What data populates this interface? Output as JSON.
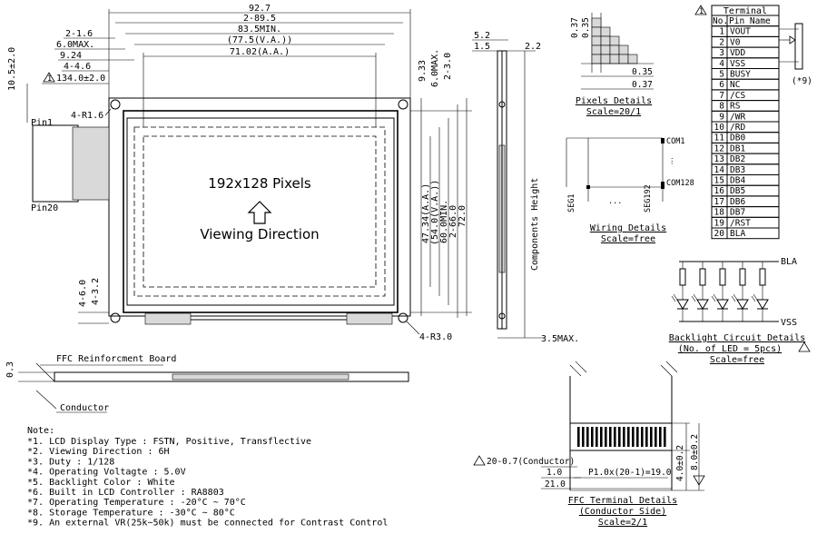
{
  "front_view": {
    "dim_overall_width": "92.7",
    "dim_hole_pitch": "2-89.5",
    "dim_window_min": "83.5MIN.",
    "dim_viewing_area": "(77.5(V.A.))",
    "dim_active_area": "71.02(A.A.)",
    "dim_left_1": "2-1.6",
    "dim_left_2": "6.0MAX.",
    "dim_left_3": "9.24",
    "dim_left_4": "4-4.6",
    "dim_left_5": "134.0±2.0",
    "dim_left_vertical": "10.5±2.0",
    "corner_radius_label": "4-R1.6",
    "pin1_label": "Pin1",
    "pin20_label": "Pin20",
    "resolution_label": "192x128 Pixels",
    "viewing_direction_label": "Viewing Direction",
    "dim_right_1": "9.33",
    "dim_right_2": "6.0MAX.",
    "dim_right_3": "2-3.0",
    "dim_right_aa": "47.34(A.A.)",
    "dim_right_va": "(54.0(V.A.))",
    "dim_right_min": "60.0MIN.",
    "dim_right_pitch": "2-66.0",
    "dim_right_height": "72.0",
    "dim_bottom_1": "4-6.0",
    "dim_bottom_2": "4-3.2",
    "corner_radius_bottom": "4-R3.0"
  },
  "side_view": {
    "dim_52": "5.2",
    "dim_15": "1.5",
    "dim_22": "2.2",
    "components_height": "Components Height",
    "dim_35max": "3.5MAX."
  },
  "pixels_details": {
    "dim_037_top": "0.37",
    "dim_035_top": "0.35",
    "dim_035": "0.35",
    "dim_037": "0.37",
    "title": "Pixels Details",
    "scale": "Scale=20/1"
  },
  "wiring_details": {
    "com1": "COM1",
    "com128": "COM128",
    "seg1": "SEG1",
    "seg192": "SEG192",
    "dots": "...",
    "title": "Wiring Details",
    "scale": "Scale=free"
  },
  "terminal_table": {
    "title": "Terminal",
    "col_no": "No.",
    "col_pin": "Pin Name",
    "note_ref": "(*9)",
    "rows": [
      {
        "no": "1",
        "pin": "VOUT"
      },
      {
        "no": "2",
        "pin": "V0"
      },
      {
        "no": "3",
        "pin": "VDD"
      },
      {
        "no": "4",
        "pin": "VSS"
      },
      {
        "no": "5",
        "pin": "BUSY"
      },
      {
        "no": "6",
        "pin": "NC"
      },
      {
        "no": "7",
        "pin": "/CS"
      },
      {
        "no": "8",
        "pin": "RS"
      },
      {
        "no": "9",
        "pin": "/WR"
      },
      {
        "no": "10",
        "pin": "/RD"
      },
      {
        "no": "11",
        "pin": "DB0"
      },
      {
        "no": "12",
        "pin": "DB1"
      },
      {
        "no": "13",
        "pin": "DB2"
      },
      {
        "no": "14",
        "pin": "DB3"
      },
      {
        "no": "15",
        "pin": "DB4"
      },
      {
        "no": "16",
        "pin": "DB5"
      },
      {
        "no": "17",
        "pin": "DB6"
      },
      {
        "no": "18",
        "pin": "DB7"
      },
      {
        "no": "19",
        "pin": "/RST"
      },
      {
        "no": "20",
        "pin": "BLA"
      }
    ]
  },
  "backlight": {
    "bla": "BLA",
    "vss": "VSS",
    "title": "Backlight Circuit Details",
    "subtitle": "(No. of LED = 5pcs)",
    "scale": "Scale=free"
  },
  "ffc_side": {
    "reinforcement": "FFC Reinforcment Board",
    "conductor": "Conductor",
    "dim_03": "0.3"
  },
  "ffc_terminal": {
    "dim_pitch_count": "20-0.7(Conductor)",
    "dim_10": "1.0",
    "dim_210": "21.0",
    "dim_pitch": "P1.0x(20-1)=19.0",
    "dim_40": "4.0±0.2",
    "dim_80": "8.0±0.2",
    "title": "FFC Terminal Details",
    "subtitle": "(Conductor Side)",
    "scale": "Scale=2/1"
  },
  "notes": {
    "header": "Note:",
    "items": [
      "*1. LCD Display Type : FSTN, Positive, Transflective",
      "*2. Viewing Direction : 6H",
      "*3. Duty : 1/128",
      "*4. Operating Voltagte : 5.0V",
      "*5. Backlight Color : White",
      "*6. Built in LCD Controller : RA8803",
      "*7. Operating Temperature : -20°C ~ 70°C",
      "*8. Storage Temperature : -30°C ~ 80°C",
      "*9. An external VR(25k~50k) must be connected for Contrast Control"
    ]
  }
}
